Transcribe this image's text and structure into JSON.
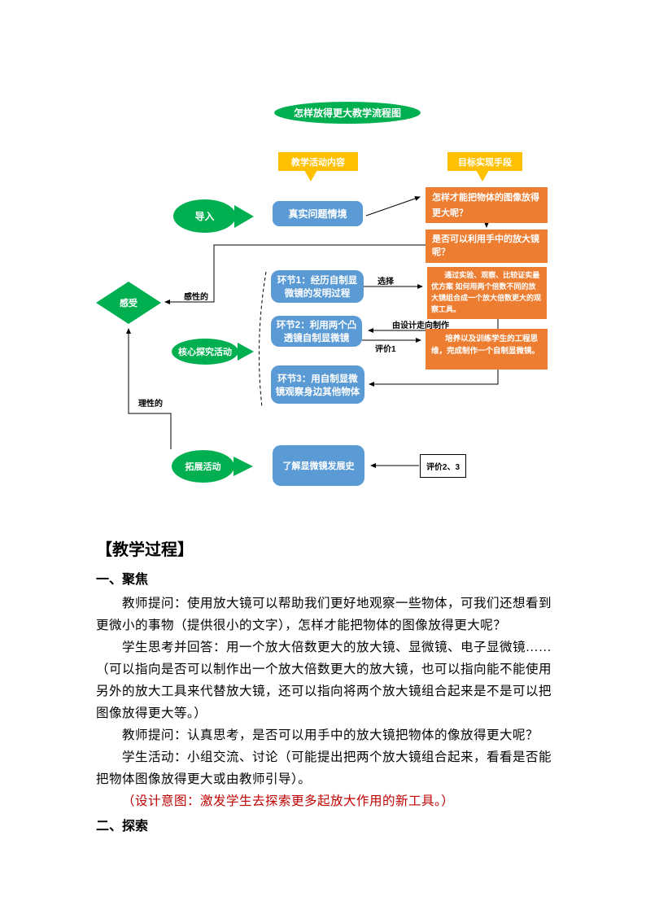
{
  "colors": {
    "green": "#00B050",
    "blue": "#5B9BD5",
    "orange": "#ED7D31",
    "yellow": "#FFC000",
    "red": "#C00000"
  },
  "flowchart": {
    "title": "怎样放得更大教学流程图",
    "columns": {
      "activity": "教学活动内容",
      "target": "目标实现手段"
    },
    "stages": {
      "intro": "导入",
      "core": "核心探究活动",
      "extension": "拓展活动"
    },
    "diamond": "感受",
    "boxes": {
      "situation": "真实问题情境",
      "step1": "环节1：经历自制显微镜的发明过程",
      "step2": "环节2：利用两个凸透镜自制显微镜",
      "step3": "环节3：用自制显微镜观察身边其他物体",
      "history": "了解显微镜发展史",
      "q1": "怎样才能把物体的图像放得更大呢？",
      "q2": "是否可以利用手中的放大镜呢？",
      "m1": "通过实验、观察、比较证实最优方案 如何用两个倍数不同的放大镜组合成一个放大倍数更大的观察工具。",
      "m2": "培养以及训练学生的工程思维，完成制作一个自制显微镜。",
      "eval23": "评价2、3"
    },
    "labels": {
      "perceptual": "感性的",
      "rational": "理性的",
      "choose": "选择",
      "design_to_make": "由设计走向制作",
      "eval1": "评价1"
    }
  },
  "document": {
    "heading": "【教学过程】",
    "section1": "一、聚焦",
    "lines": [
      {
        "text": "教师提问：使用放大镜可以帮助我们更好地观察一些物体，可我们还想看到"
      },
      {
        "text": "更微小的事物（提供很小的文字），怎样才能把物体的图像放得更大呢？"
      },
      {
        "text": "学生思考并回答：用一个放大倍数更大的放大镜、显微镜、电子显微镜……"
      },
      {
        "text": "（可以指向是否可以制作出一个放大倍数更大的放大镜，也可以指向能不能使用"
      },
      {
        "text": "另外的放大工具来代替放大镜，还可以指向将两个放大镜组合起来是不是可以把"
      },
      {
        "text": "图像放得更大等。）"
      },
      {
        "text": "教师提问：认真思考，是否可以用手中的放大镜把物体的像放得更大呢？"
      },
      {
        "text": "学生活动：小组交流、讨论（可能提出把两个放大镜组合起来，看看是否能"
      },
      {
        "text": "把物体图像放得更大或由教师引导）。"
      },
      {
        "text": "（设计意图：激发学生去探索更多起放大作用的新工具。）"
      }
    ],
    "section2": "二、探索"
  }
}
